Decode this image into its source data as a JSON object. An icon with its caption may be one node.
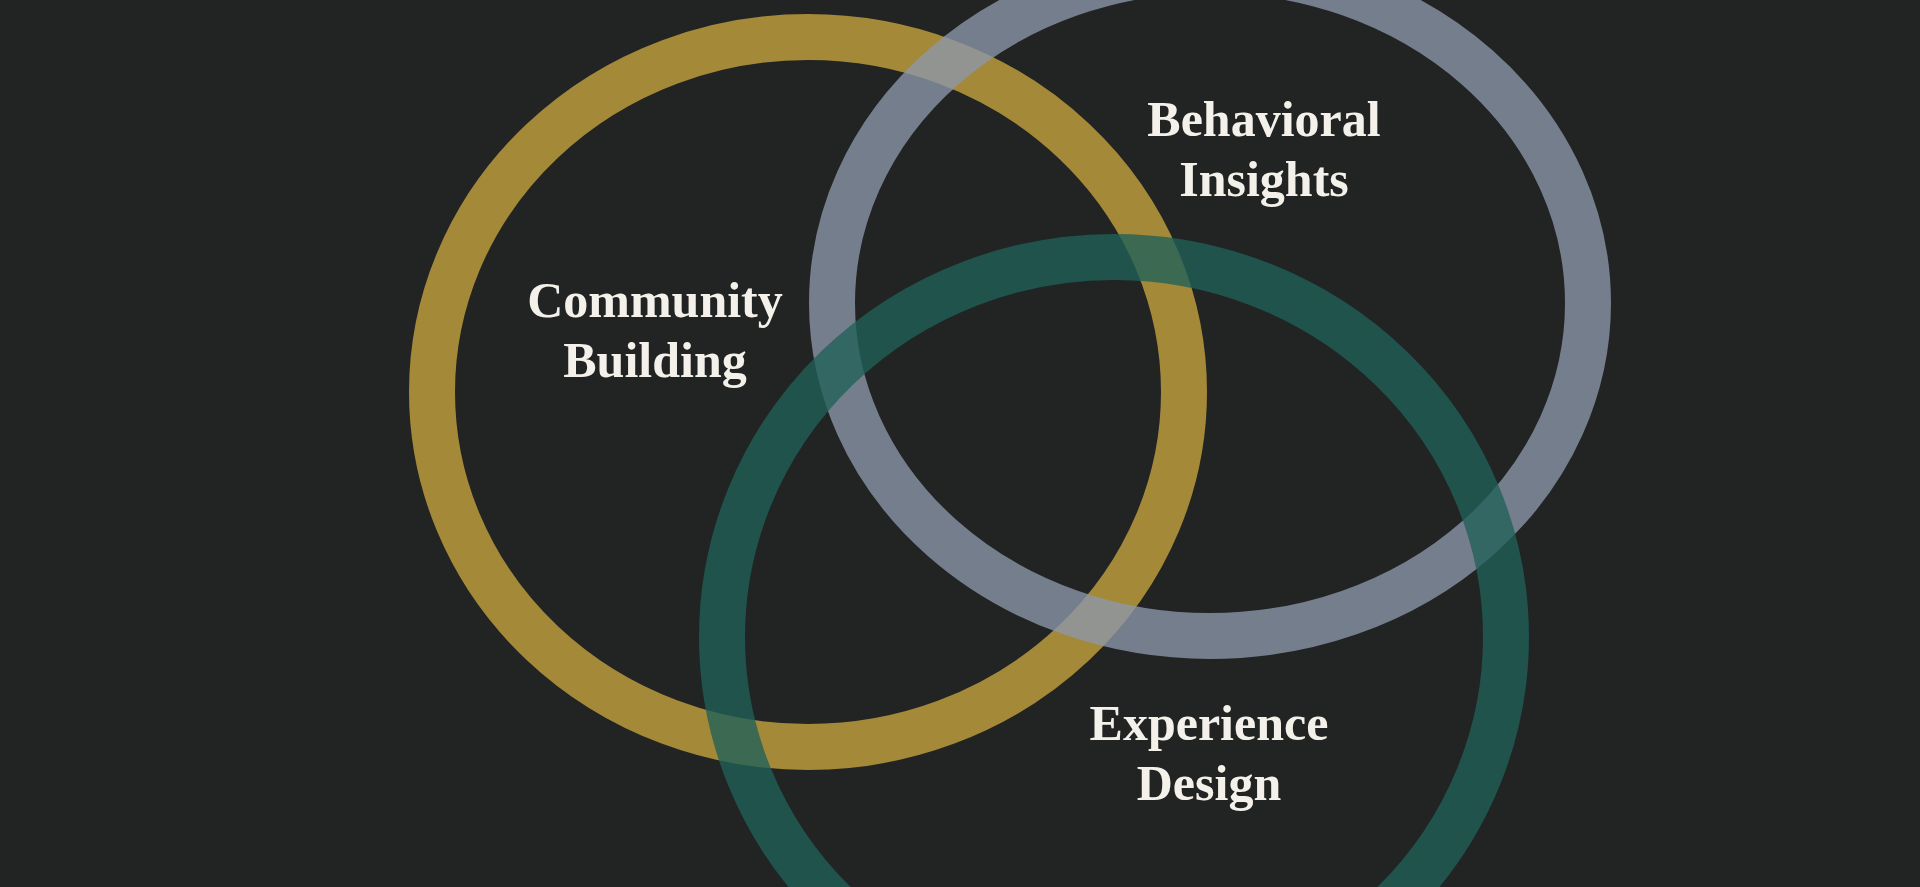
{
  "diagram": {
    "nodes": [
      {
        "text": [
          "Community Building"
        ]
      },
      {
        "text": [
          "Behavioral Insights"
        ]
      },
      {
        "text": [
          "Experience Design"
        ]
      }
    ]
  }
}
